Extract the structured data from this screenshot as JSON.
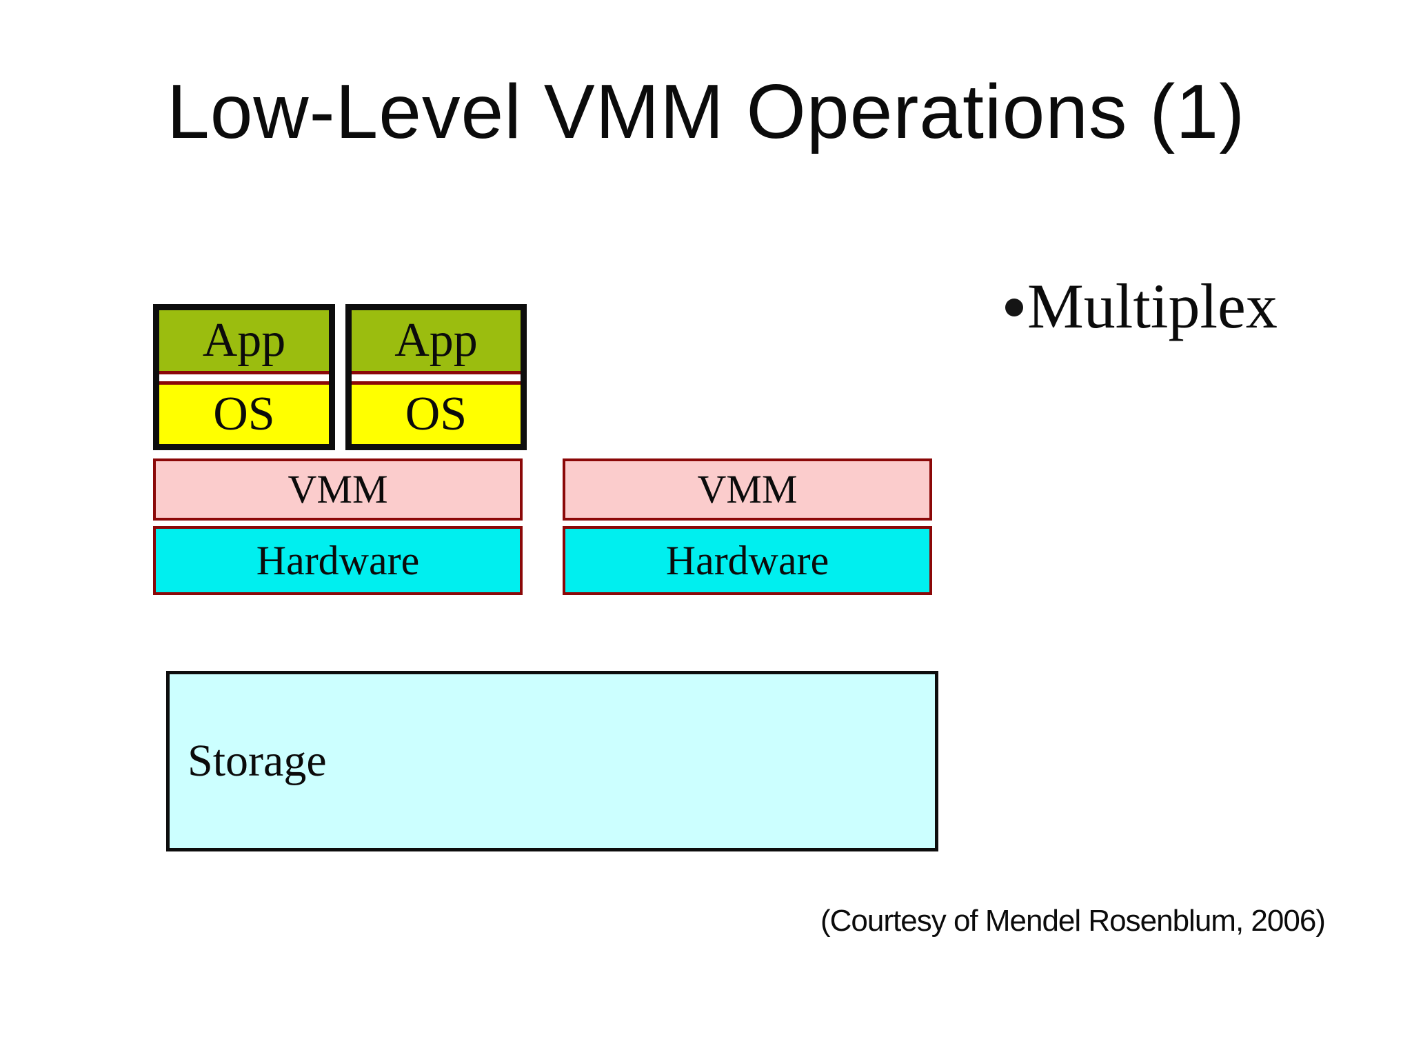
{
  "slide": {
    "title": "Low-Level VMM Operations (1)",
    "bullet": {
      "label": "Multiplex"
    },
    "courtesy": "(Courtesy of Mendel Rosenblum, 2006)"
  },
  "diagram": {
    "vm_stacks": [
      {
        "app_label": "App",
        "os_label": "OS"
      },
      {
        "app_label": "App",
        "os_label": "OS"
      }
    ],
    "vmm_boxes": [
      {
        "label": "VMM"
      },
      {
        "label": "VMM"
      }
    ],
    "hardware_boxes": [
      {
        "label": "Hardware"
      },
      {
        "label": "Hardware"
      }
    ],
    "storage": {
      "label": "Storage"
    }
  },
  "colors": {
    "app_green": "#9bbd0f",
    "os_yellow": "#ffff00",
    "vmm_pink": "#fbcccc",
    "hardware_cyan": "#00efef",
    "storage_cyan": "#ccffff",
    "dark_red": "#8b0808",
    "black": "#0d0d0d",
    "background": "#ffffff"
  }
}
